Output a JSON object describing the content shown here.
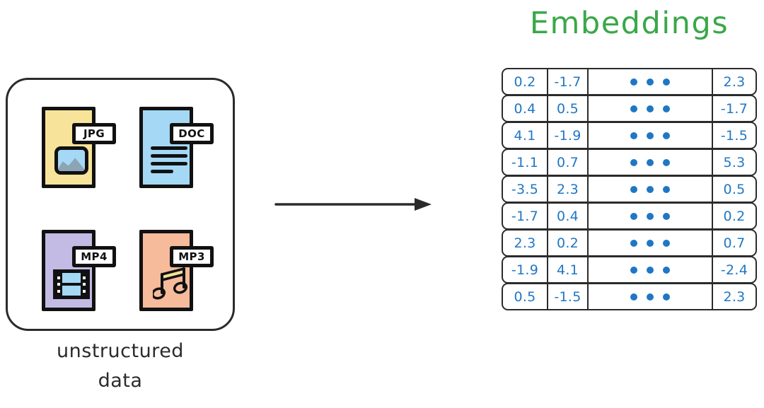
{
  "canvas": {
    "background": "#ffffff",
    "ink": "#2b2b2b"
  },
  "left_panel": {
    "caption_line1": "unstructured",
    "caption_line2": "data",
    "files": [
      {
        "tag": "JPG",
        "type": "image",
        "card_color": "#f7e49a",
        "glyph_color": "#8ca4b4",
        "glyph_bg": "#a4d8f5"
      },
      {
        "tag": "DOC",
        "type": "document",
        "card_color": "#a4d8f5",
        "glyph_color": "#111111",
        "line_count": 4
      },
      {
        "tag": "MP4",
        "type": "video",
        "card_color": "#c3bbe4",
        "glyph_color": "#111111",
        "glyph_bg": "#a4d8f5"
      },
      {
        "tag": "MP3",
        "type": "audio",
        "card_color": "#f6bb9b",
        "glyph_color": "#111111",
        "beam_color": "#f2e09a"
      }
    ]
  },
  "arrow": {
    "direction": "right",
    "color": "#2b2b2b"
  },
  "embeddings": {
    "title": "Embeddings",
    "title_color": "#3aa849",
    "value_color": "#1f77c4",
    "border_color": "#2b2b2b",
    "ellipsis_label": "•••",
    "columns": 4,
    "rows": [
      {
        "c0": "0.2",
        "c1": "-1.7",
        "dots": "•••",
        "clast": "2.3"
      },
      {
        "c0": "0.4",
        "c1": "0.5",
        "dots": "•••",
        "clast": "-1.7"
      },
      {
        "c0": "4.1",
        "c1": "-1.9",
        "dots": "•••",
        "clast": "-1.5"
      },
      {
        "c0": "-1.1",
        "c1": "0.7",
        "dots": "•••",
        "clast": "5.3"
      },
      {
        "c0": "-3.5",
        "c1": "2.3",
        "dots": "•••",
        "clast": "0.5"
      },
      {
        "c0": "-1.7",
        "c1": "0.4",
        "dots": "•••",
        "clast": "0.2"
      },
      {
        "c0": "2.3",
        "c1": "0.2",
        "dots": "•••",
        "clast": "0.7"
      },
      {
        "c0": "-1.9",
        "c1": "4.1",
        "dots": "•••",
        "clast": "-2.4"
      },
      {
        "c0": "0.5",
        "c1": "-1.5",
        "dots": "•••",
        "clast": "2.3"
      }
    ]
  }
}
